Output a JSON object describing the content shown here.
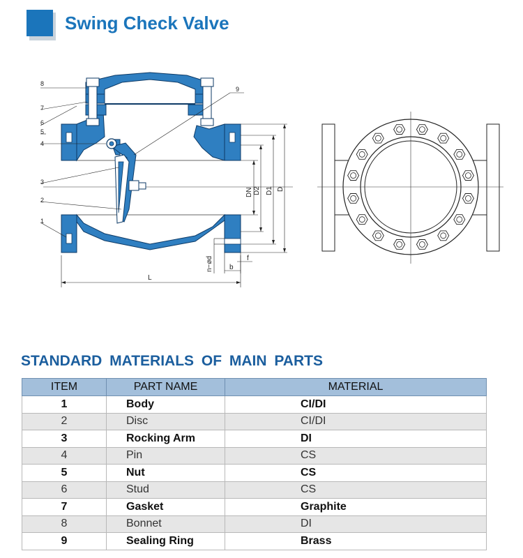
{
  "header": {
    "title": "Swing Check Valve"
  },
  "drawing": {
    "callouts": [
      "1",
      "2",
      "3",
      "4",
      "5",
      "6",
      "7",
      "8",
      "9"
    ],
    "dimensions": {
      "L": "L",
      "DN": "DN",
      "D2": "D2",
      "D1": "D1",
      "D": "D",
      "nd": "n−ød",
      "b": "b",
      "f": "f"
    }
  },
  "materials": {
    "section_title": "STANDARD MATERIALS OF MAIN PARTS",
    "headers": [
      "ITEM",
      "PART NAME",
      "MATERIAL"
    ],
    "rows": [
      {
        "item": "1",
        "part": "Body",
        "material": "CI/DI",
        "bold": true
      },
      {
        "item": "2",
        "part": "Disc",
        "material": "CI/DI",
        "bold": false
      },
      {
        "item": "3",
        "part": "Rocking Arm",
        "material": "DI",
        "bold": true
      },
      {
        "item": "4",
        "part": "Pin",
        "material": "CS",
        "bold": false
      },
      {
        "item": "5",
        "part": "Nut",
        "material": "CS",
        "bold": true
      },
      {
        "item": "6",
        "part": "Stud",
        "material": "CS",
        "bold": false
      },
      {
        "item": "7",
        "part": "Gasket",
        "material": "Graphite",
        "bold": true
      },
      {
        "item": "8",
        "part": "Bonnet",
        "material": "DI",
        "bold": false
      },
      {
        "item": "9",
        "part": "Sealing Ring",
        "material": "Brass",
        "bold": true
      }
    ]
  },
  "colors": {
    "brand_blue": "#1b75bb",
    "section_blue": "#1b5e9e",
    "table_header": "#a3bfdb",
    "valve_fill": "#2f7fc1"
  }
}
